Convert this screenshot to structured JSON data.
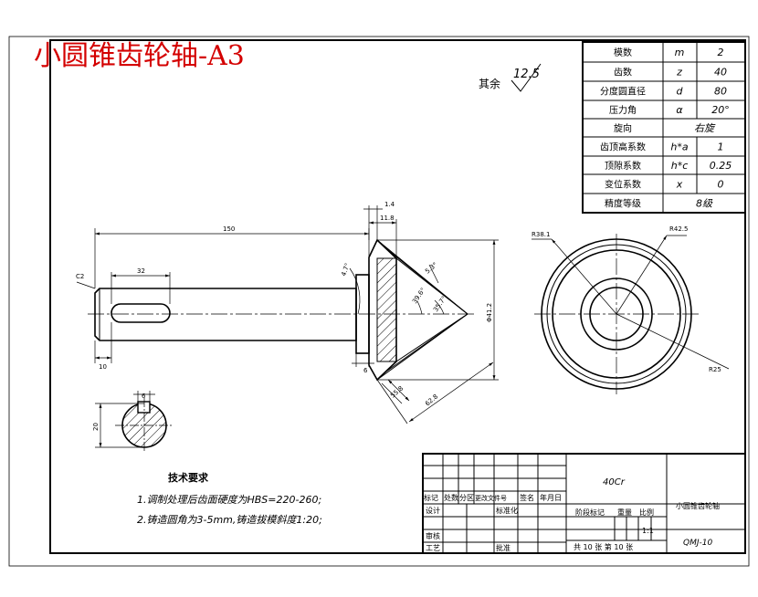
{
  "title": "小圆锥齿轮轴-A3",
  "roughness": {
    "label": "其余",
    "value": "12.5"
  },
  "params": [
    {
      "name": "模数",
      "sym": "m",
      "val": "2"
    },
    {
      "name": "齿数",
      "sym": "z",
      "val": "40"
    },
    {
      "name": "分度圆直径",
      "sym": "d",
      "val": "80"
    },
    {
      "name": "压力角",
      "sym": "α",
      "val": "20°"
    },
    {
      "name": "旋向",
      "sym": "",
      "val": "右旋"
    },
    {
      "name": "齿顶高系数",
      "sym": "h*a",
      "val": "1"
    },
    {
      "name": "顶隙系数",
      "sym": "h*c",
      "val": "0.25"
    },
    {
      "name": "变位系数",
      "sym": "x",
      "val": "0"
    },
    {
      "name": "精度等级",
      "sym": "",
      "val": "8级"
    }
  ],
  "dims": {
    "d150": "150",
    "d32": "32",
    "d10": "10",
    "c2": "C2",
    "d14": "1.4",
    "d118": "11.8",
    "d6": "6",
    "d558": "55.8",
    "d628": "62.8",
    "d412": "Φ41.2",
    "a47": "4.7°",
    "a53": "5.3°",
    "a396": "39.6°",
    "a357": "35.7°",
    "d20": "20",
    "d6b": "6",
    "r381": "R38.1",
    "r425": "R42.5",
    "r25": "R25"
  },
  "tech": {
    "heading": "技术要求",
    "line1": "1.调制处理后齿面硬度为HBS=220-260;",
    "line2": "2.铸造圆角为3-5mm,铸造拔模斜度1:20;"
  },
  "titleblock": {
    "material": "40Cr",
    "name": "小圆锥齿轮轴",
    "code": "QMJ-10",
    "scale": "1:1",
    "sheets": "共 10 张 第 10 张",
    "h_mark": "标记",
    "h_count": "处数",
    "h_zone": "分区",
    "h_doc": "更改文件号",
    "h_sign": "签名",
    "h_date": "年月日",
    "h_design": "设计",
    "h_std": "标准化",
    "h_stage": "阶段标记",
    "h_weight": "重量",
    "h_ratio": "比例",
    "h_check": "审核",
    "h_craft": "工艺",
    "h_approve": "批准"
  }
}
